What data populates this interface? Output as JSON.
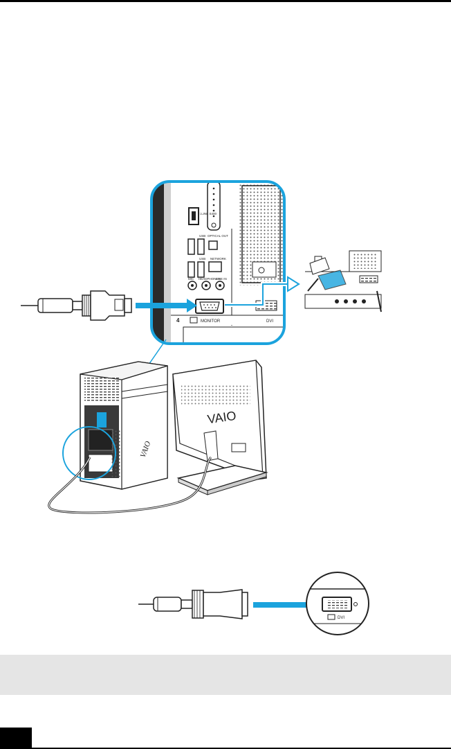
{
  "page": {
    "page_number": ""
  },
  "back_panel": {
    "port_labels": [
      "i.LINK S400",
      "USB",
      "OPTICAL OUT",
      "USB",
      "NETWORK",
      "MIC",
      "HEADPHONES",
      "LINE IN",
      "MONITOR",
      "DVI"
    ],
    "badge": "4"
  },
  "monitor": {
    "brand": "VAIO"
  },
  "dvi_callout": {
    "label": "DVI"
  },
  "colors": {
    "accent": "#1ba3dd",
    "panel_gray": "#3a3a3a",
    "note_box": "#e5e5e5"
  }
}
